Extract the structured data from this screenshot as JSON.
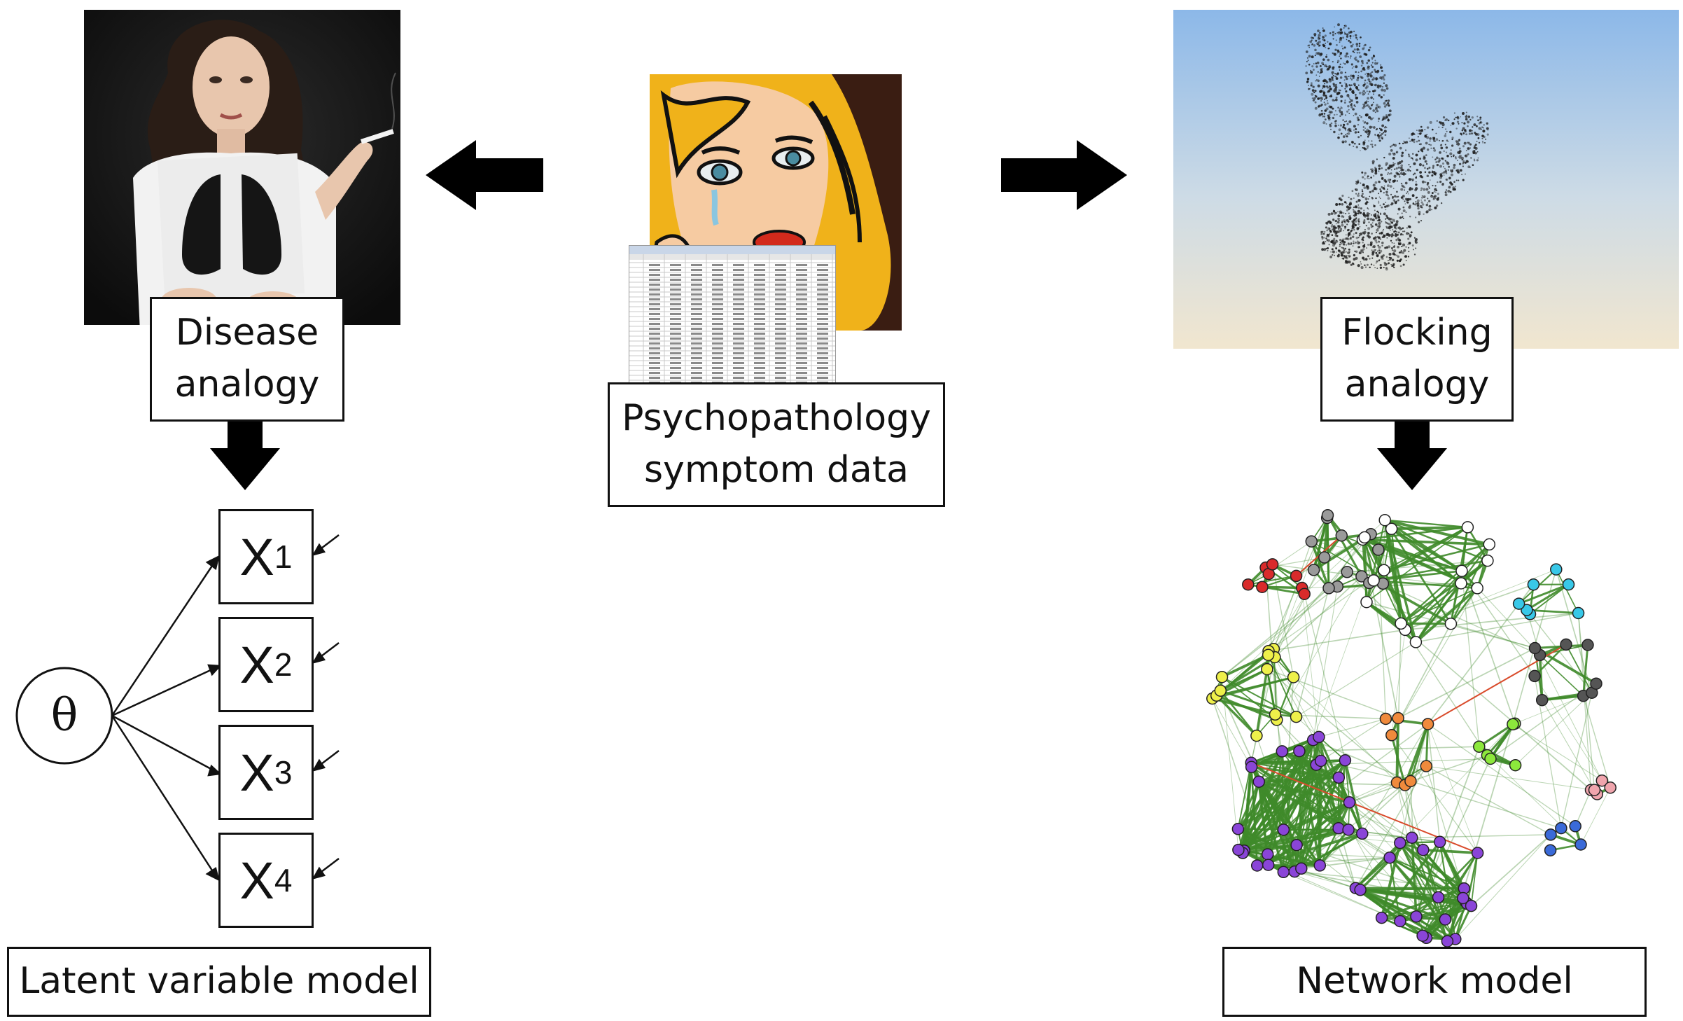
{
  "labels": {
    "disease": [
      "Disease",
      "analogy"
    ],
    "data": [
      "Psychopathology",
      "symptom data"
    ],
    "flocking": [
      "Flocking",
      "analogy"
    ],
    "latent_model": "Latent variable model",
    "network_model": "Network model"
  },
  "latent": {
    "factor": "θ",
    "var_letter": "X",
    "indicators": [
      "1",
      "2",
      "3",
      "4"
    ]
  },
  "colors": {
    "arrow": "#000000",
    "edge": "#3f8a2a",
    "negative_edge": "#d94b2b",
    "red": "#d92b2b",
    "grey": "#9a9a9a",
    "white": "#ffffff",
    "cyan": "#38c8e8",
    "yellow": "#eef04a",
    "dark": "#555555",
    "pink": "#f0a5ad",
    "orange": "#f08a3c",
    "lime": "#8ce83c",
    "purple": "#8a45d8",
    "blue": "#3a6ad8"
  },
  "images": {
    "disease_photo": "woman-smoking-lungs-photo",
    "data_image": "pop-art-crying-woman-with-spreadsheet",
    "flock_photo": "starling-flock-sky-photo"
  }
}
